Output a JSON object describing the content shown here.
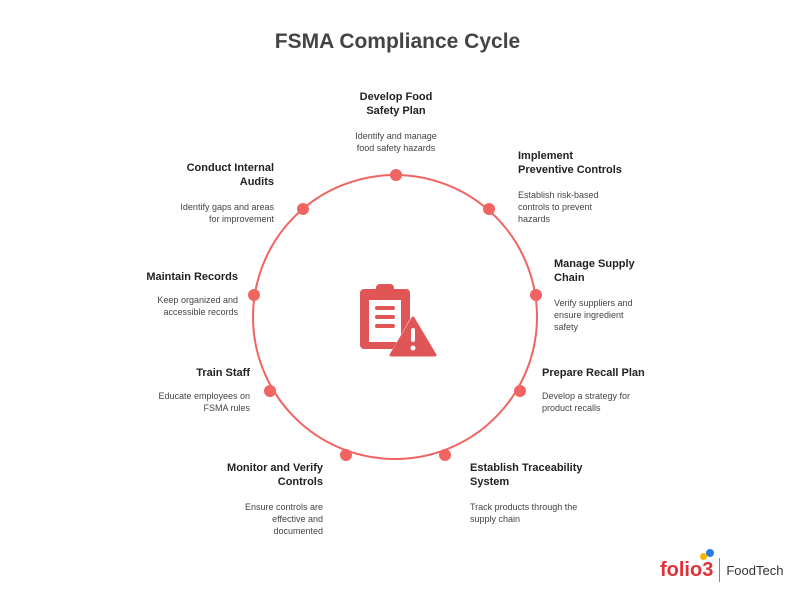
{
  "title": "FSMA Compliance Cycle",
  "accent": "#f06462",
  "center_icon": "clipboard-warning-icon",
  "steps": [
    {
      "heading": "Develop Food Safety Plan",
      "desc": "Identify and manage food safety hazards"
    },
    {
      "heading": "Implement Preventive Controls",
      "desc": "Establish risk-based controls to prevent hazards"
    },
    {
      "heading": "Manage Supply Chain",
      "desc": "Verify suppliers and ensure ingredient safety"
    },
    {
      "heading": "Prepare Recall Plan",
      "desc": "Develop a strategy for product recalls"
    },
    {
      "heading": "Establish Traceability System",
      "desc": "Track products through the supply chain"
    },
    {
      "heading": "Monitor and Verify Controls",
      "desc": "Ensure controls are effective and documented"
    },
    {
      "heading": "Train Staff",
      "desc": "Educate employees on FSMA rules"
    },
    {
      "heading": "Maintain Records",
      "desc": "Keep organized and accessible records"
    },
    {
      "heading": "Conduct Internal Audits",
      "desc": "Identify gaps and areas for improvement"
    }
  ],
  "logo": {
    "brand": "folio3",
    "product": "FoodTech"
  }
}
